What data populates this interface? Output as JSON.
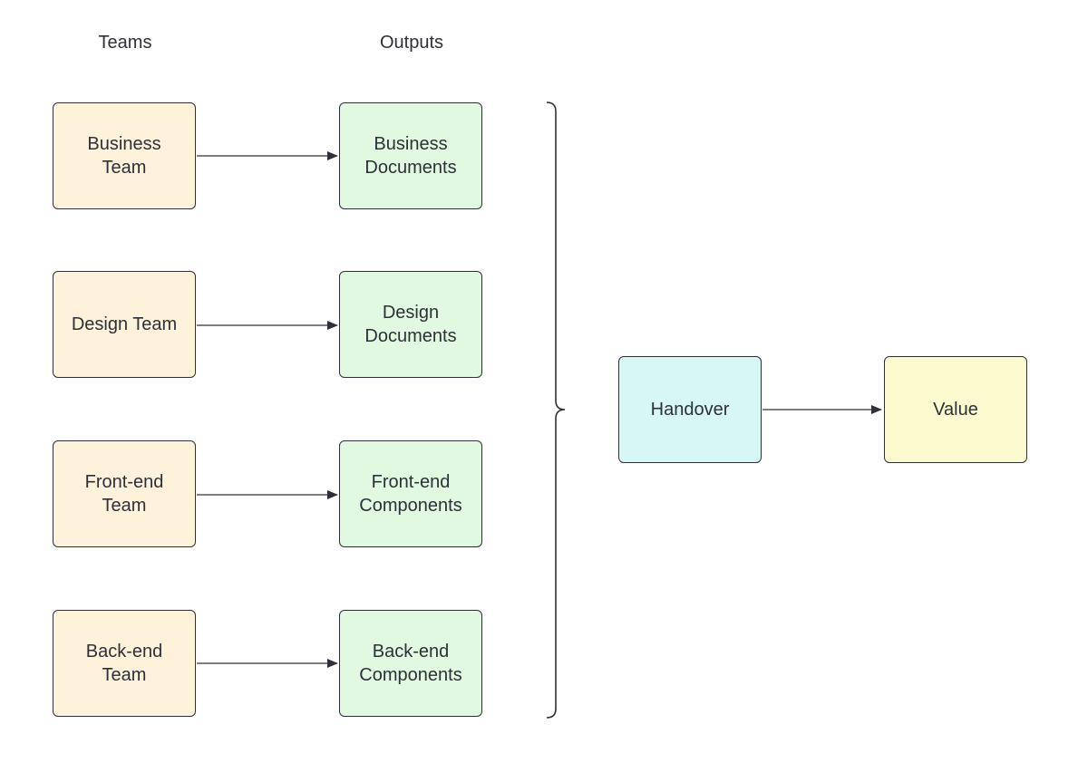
{
  "headers": {
    "teams": "Teams",
    "outputs": "Outputs"
  },
  "teams": [
    {
      "label": "Business\nTeam"
    },
    {
      "label": "Design Team"
    },
    {
      "label": "Front-end\nTeam"
    },
    {
      "label": "Back-end\nTeam"
    }
  ],
  "outputs": [
    {
      "label": "Business\nDocuments"
    },
    {
      "label": "Design\nDocuments"
    },
    {
      "label": "Front-end\nComponents"
    },
    {
      "label": "Back-end\nComponents"
    }
  ],
  "handover": {
    "label": "Handover"
  },
  "value": {
    "label": "Value"
  },
  "colors": {
    "team_fill": "#fff2db",
    "output_fill": "#e1f9e0",
    "handover_fill": "#d7f7f4",
    "value_fill": "#fbfbcf",
    "stroke": "#2d3038"
  }
}
